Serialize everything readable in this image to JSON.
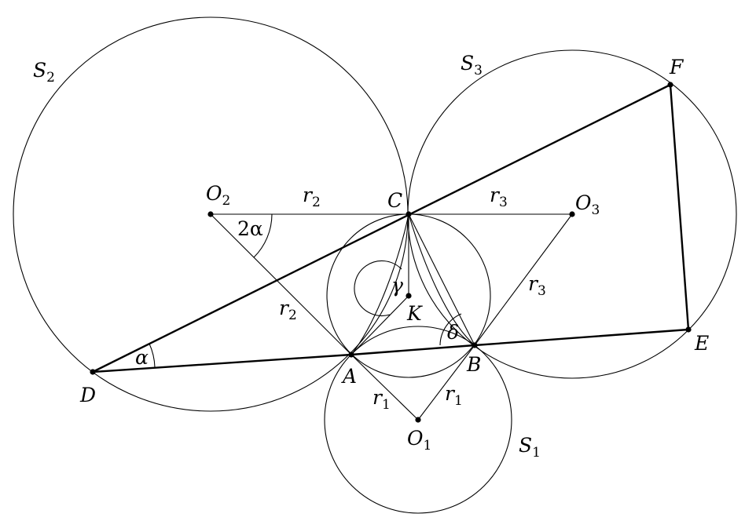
{
  "points": {
    "A": "A",
    "B": "B",
    "C": "C",
    "D": "D",
    "E": "E",
    "F": "F",
    "K": "K",
    "O1": {
      "main": "O",
      "sub": "1"
    },
    "O2": {
      "main": "O",
      "sub": "2"
    },
    "O3": {
      "main": "O",
      "sub": "3"
    }
  },
  "circles": {
    "S1": {
      "main": "S",
      "sub": "1"
    },
    "S2": {
      "main": "S",
      "sub": "2"
    },
    "S3": {
      "main": "S",
      "sub": "3"
    }
  },
  "radii": {
    "r1": {
      "main": "r",
      "sub": "1"
    },
    "r2": {
      "main": "r",
      "sub": "2"
    },
    "r3": {
      "main": "r",
      "sub": "3"
    }
  },
  "angles": {
    "alpha": "α",
    "two_alpha": "2α",
    "gamma": "γ",
    "delta": "δ"
  }
}
